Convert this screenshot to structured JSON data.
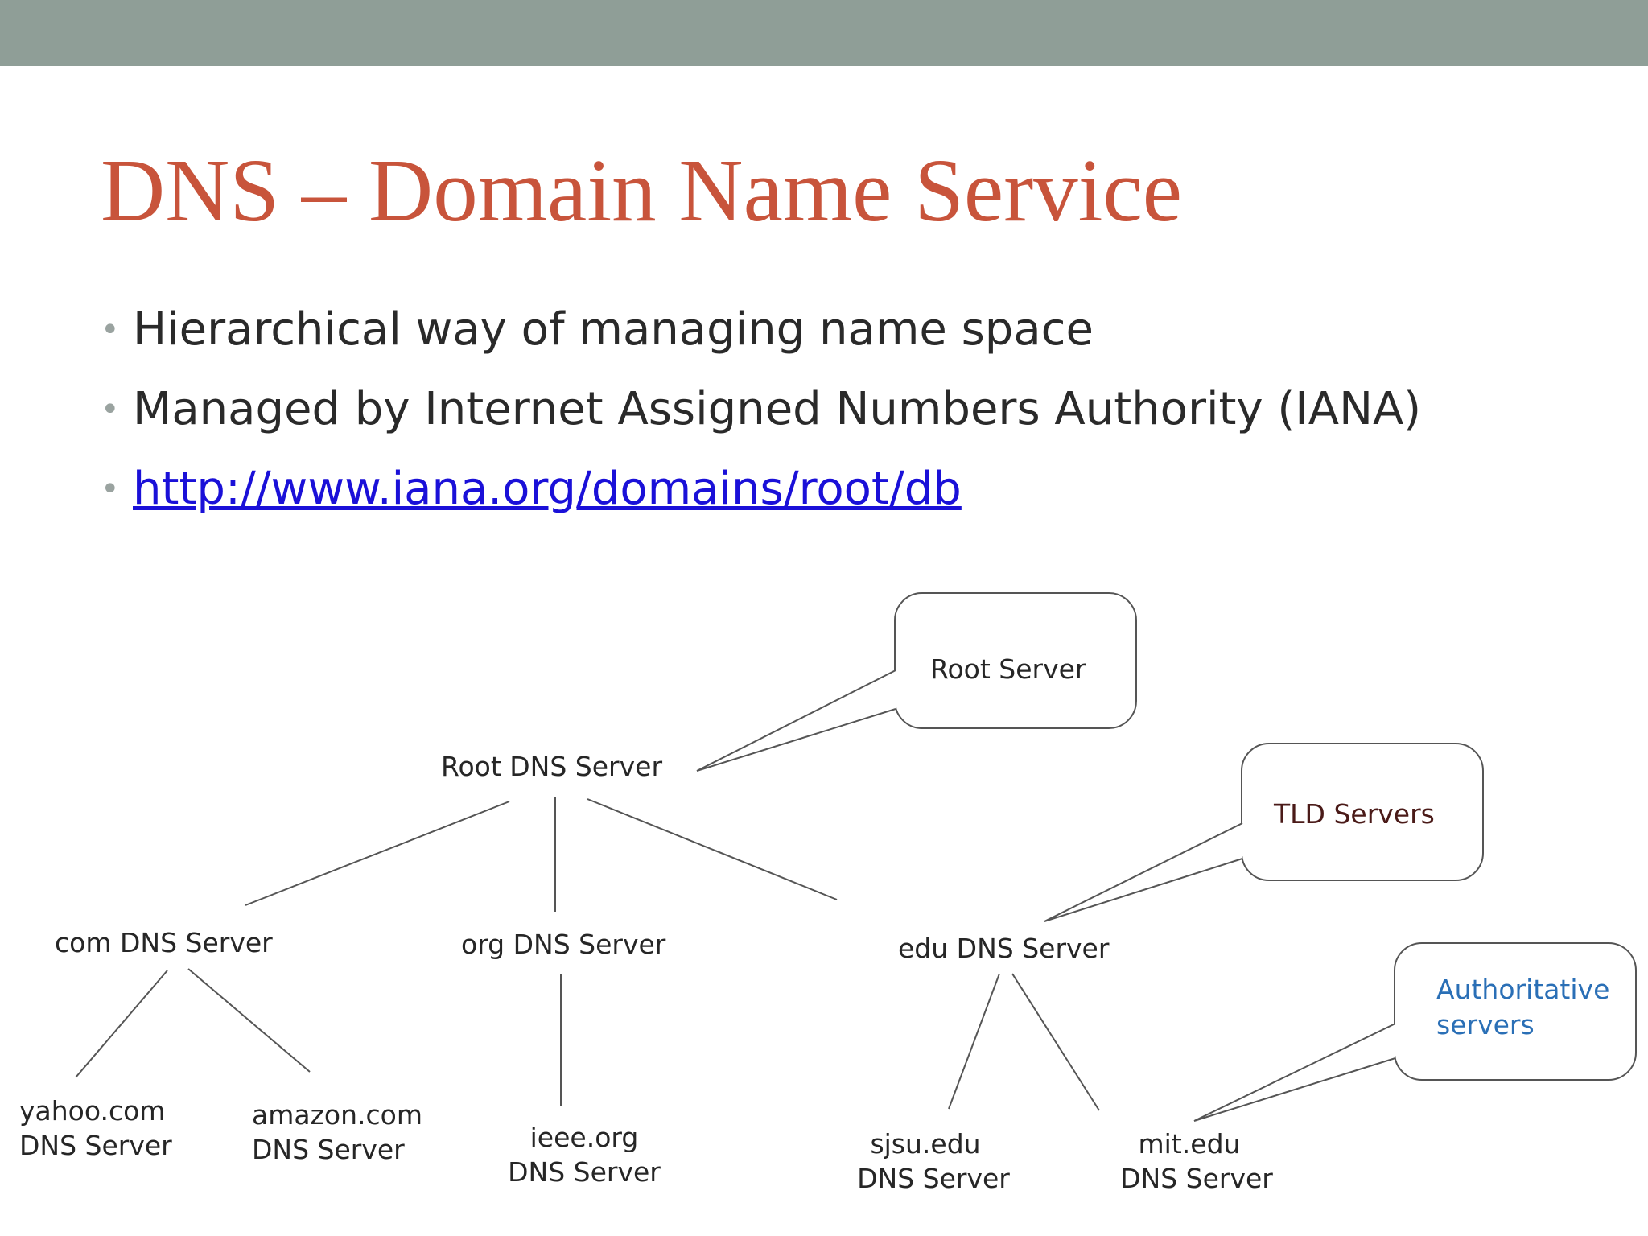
{
  "slide": {
    "title": "DNS – Domain Name Service",
    "bullets": [
      {
        "text": "Hierarchical way of managing name space"
      },
      {
        "text": "Managed by Internet Assigned Numbers Authority (IANA)"
      },
      {
        "text": "http://www.iana.org/domains/root/db",
        "is_link": true
      }
    ]
  },
  "diagram": {
    "root": "Root DNS Server",
    "tld": [
      "com DNS Server",
      "org DNS Server",
      "edu DNS Server"
    ],
    "leaves": {
      "yahoo": [
        "yahoo.com",
        "DNS Server"
      ],
      "amazon": [
        "amazon.com",
        "DNS Server"
      ],
      "ieee": [
        "ieee.org",
        "DNS Server"
      ],
      "sjsu": [
        "sjsu.edu",
        "DNS Server"
      ],
      "mit": [
        "mit.edu",
        "DNS Server"
      ]
    },
    "callouts": {
      "root": "Root Server",
      "tld": "TLD Servers",
      "auth": [
        "Authoritative",
        "servers"
      ]
    }
  },
  "colors": {
    "top_bar": "#8f9e97",
    "title": "#c8543b",
    "link": "#1a10d8",
    "authoritative_label": "#2a6fb6"
  }
}
